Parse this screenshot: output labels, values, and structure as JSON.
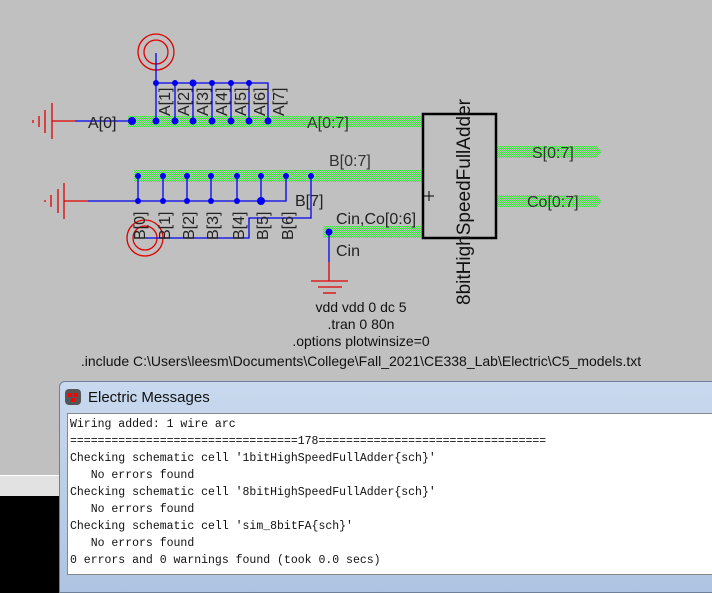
{
  "schematic": {
    "instance_name": "8bitHighSpeedFullAdder",
    "nets": {
      "a0": "A[0]",
      "a_taps": [
        "A[1]",
        "A[2]",
        "A[3]",
        "A[4]",
        "A[5]",
        "A[6]",
        "A[7]"
      ],
      "a_bus": "A[0:7]",
      "b_taps": [
        "B[0]",
        "B[1]",
        "B[2]",
        "B[3]",
        "B[4]",
        "B[5]",
        "B[6]"
      ],
      "b7": "B[7]",
      "b_bus": "B[0:7]",
      "cin_co": "Cin,Co[0:6]",
      "cin": "Cin",
      "s_bus": "S[0:7]",
      "co_bus": "Co[0:7]"
    },
    "spice": [
      "vdd vdd 0 dc 5",
      ".tran 0 80n",
      ".options plotwinsize=0",
      ".include C:\\Users\\leesm\\Documents\\College\\Fall_2021\\CE338_Lab\\Electric\\C5_models.txt"
    ]
  },
  "messages": {
    "title": "Electric Messages",
    "lines": [
      "Wiring added: 1 wire arc",
      "=================================178=================================",
      "Checking schematic cell '1bitHighSpeedFullAdder{sch}'",
      "   No errors found",
      "Checking schematic cell '8bitHighSpeedFullAdder{sch}'",
      "   No errors found",
      "Checking schematic cell 'sim_8bitFA{sch}'",
      "   No errors found",
      "0 errors and 0 warnings found (took 0.0 secs)"
    ]
  }
}
